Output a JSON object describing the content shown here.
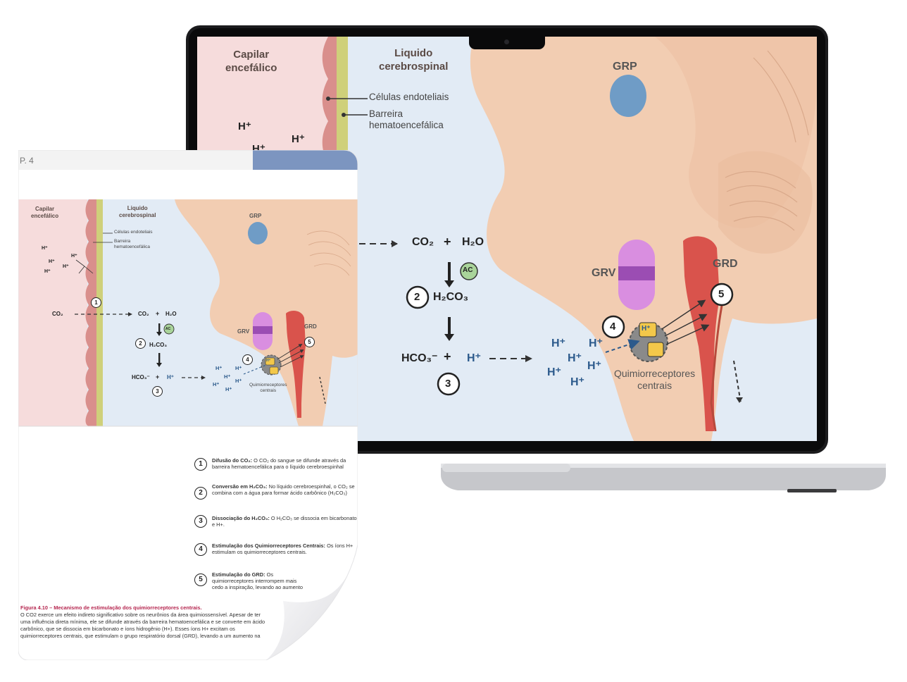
{
  "laptop_screen": {
    "capillary_title": "Capilar\nencefálico",
    "csf_title": "Liquido\ncerebrospinal",
    "endothelial_label": "Células endoteliais",
    "barrier_label": "Barreira\nhematoencefálica",
    "grp": "GRP",
    "grv": "GRV",
    "grd": "GRD",
    "h_plus": "H⁺",
    "co2": "CO₂",
    "plus": "+",
    "h2o": "H₂O",
    "ac": "AC",
    "h2co3": "H₂CO₃",
    "hco3": "HCO₃⁻",
    "chemoreceptors": "Quimiorreceptores\ncentrais",
    "step_numbers": [
      "2",
      "3",
      "4",
      "5"
    ]
  },
  "document": {
    "page_header": "P. 4",
    "figure": {
      "capillary_title": "Capilar\nencefálico",
      "csf_title": "Liquido\ncerebrospinal",
      "endothelial_label": "Células endoteliais",
      "barrier_label": "Barreira\nhematoencefálica",
      "grp": "GRP",
      "grv": "GRV",
      "grd": "GRD",
      "h_plus": "H⁺",
      "co2": "CO₂",
      "plus": "+",
      "h2o": "H₂O",
      "ac": "AC",
      "h2co3": "H₂CO₃",
      "hco3": "HCO₃⁻",
      "chemoreceptors": "Quimiorreceptores\ncentrais",
      "step_numbers": [
        "1",
        "2",
        "3",
        "4",
        "5"
      ]
    },
    "legend": [
      {
        "num": "1",
        "title": "Difusão do CO₂:",
        "text": "O CO₂ do sangue se difunde através da barreira hematoencefálica para o líquido cerebroespinhal"
      },
      {
        "num": "2",
        "title": "Conversão em H₂CO₃:",
        "text": "No líquido cerebroespinhal, o CO₂ se combina com a água para formar ácido carbônico (H₂CO₃)"
      },
      {
        "num": "3",
        "title": "Dissociação do H₂CO₃:",
        "text": "O H₂CO₃ se dissocia em bicarbonato e H+."
      },
      {
        "num": "4",
        "title": "Estimulação dos Quimiorreceptores Centrais:",
        "text": "Os íons H+ estimulam os quimiorreceptores centrais."
      },
      {
        "num": "5",
        "title": "Estimulação do GRD:",
        "text": "Os quimiorreceptores interrompem mais cedo a inspiração, levando ao aumento da FR."
      }
    ],
    "caption_title": "Figura 4.10 – Mecanismo de estimulação dos quimiorreceptores centrais.",
    "caption_body": "O CO2 exerce um efeito indireto significativo sobre os neurônios da área quimiossensível. Apesar de ter uma influência direta mínima, ele se difunde através da barreira hematoencefálica e se converte em ácido carbônico, que se dissocia em bicarbonato e íons hidrogênio (H+). Esses íons H+ excitam os quimiorreceptores centrais, que estimulam o grupo respiratório dorsal (GRD), levando a um aumento na frequência ventilatória."
  },
  "colors": {
    "capillary_bg": "#f6dcdc",
    "csf_bg": "#e2ebf5",
    "barrier": "#cfd07a",
    "endothelial": "#d98f8c",
    "brain": "#f2cdb2",
    "grp_blue": "#6f9cc6",
    "grv_violet": "#d98ee0",
    "grd_red": "#d9534c",
    "h_blue": "#2c5a8c",
    "ac_green": "#a9d49a",
    "header_blue": "#7c95c0",
    "caption_pink": "#b5264f"
  }
}
